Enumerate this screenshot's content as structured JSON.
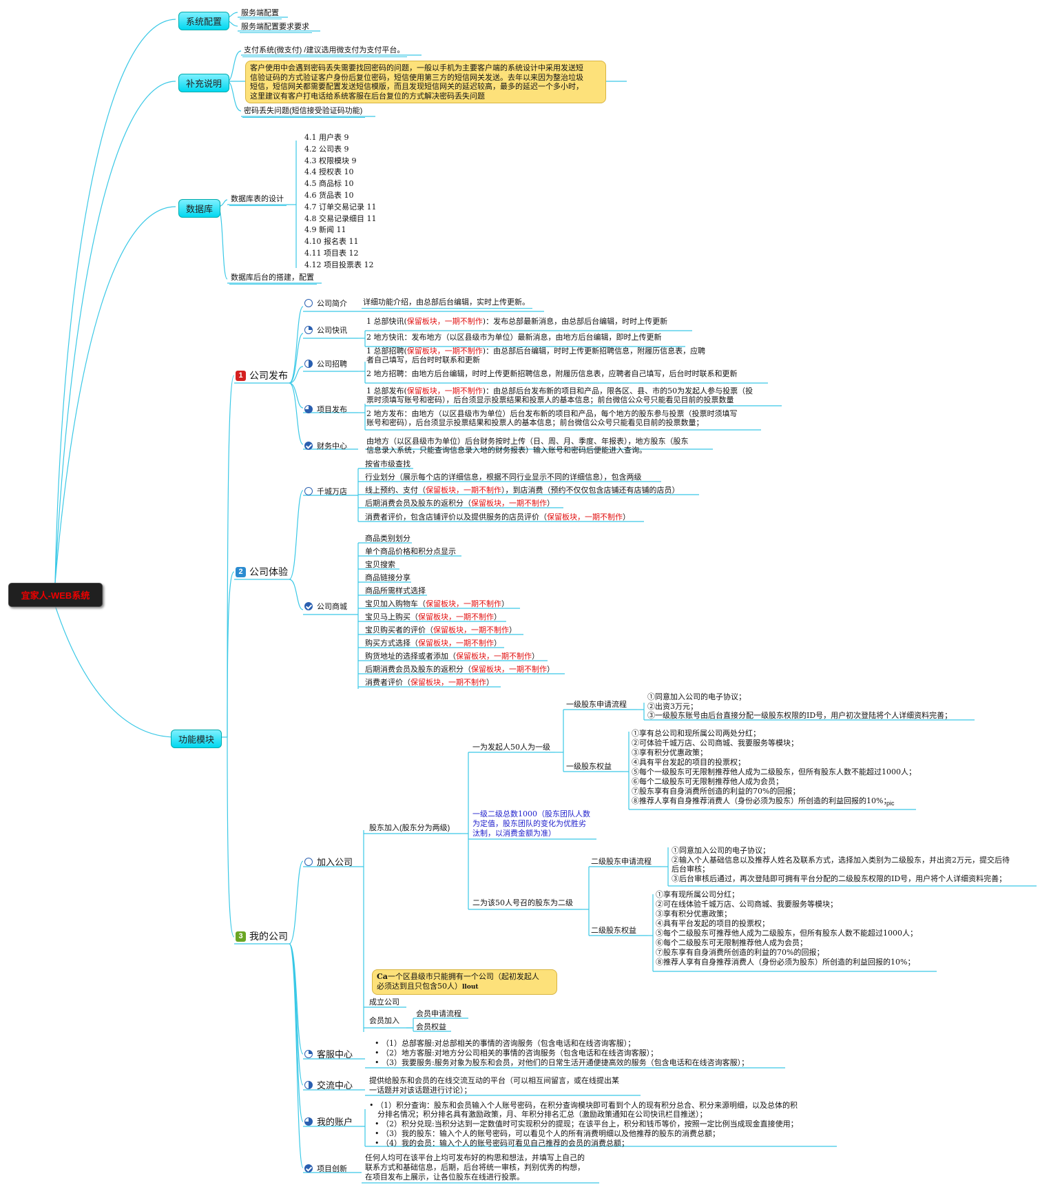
{
  "root": "宜家人-WEB系统",
  "branches": {
    "config": {
      "label": "系统配置",
      "items": [
        "服务端配置",
        "服务端配置要求要求"
      ]
    },
    "notes": {
      "label": "补充说明",
      "payment": "支付系统(微支付) /建议选用微支付为支付平台。",
      "sms_note": [
        "客户使用中会遇到密码丢失需要找回密码的问题，一般以手机为主要客户端的系统设计中采用发送短",
        "信验证码的方式验证客户身份后复位密码，短信使用第三方的短信网关发送。去年以来因为整治垃圾",
        "短信，短信网关都需要配置发送短信模版，而且发现短信网关的延迟较高，最多的延迟一个多小时，",
        "这里建议有客户打电话给系统客服在后台复位的方式解决密码丢失问题"
      ],
      "pwd": "密码丢失问题(短信接受验证码功能)"
    },
    "db": {
      "label": "数据库",
      "design": "数据库表的设计",
      "tables": [
        "4.1  用户表 9",
        "4.2  公司表 9",
        "4.3  权限模块 9",
        "4.4  授权表 10",
        "4.5  商品标 10",
        "4.6  货品表 10",
        "4.7  订单交易记录 11",
        "4.8  交易记录细目 11",
        "4.9  新闻 11",
        "4.10  报名表 11",
        "4.11  项目表 12",
        "4.12  项目投票表 12"
      ],
      "backend": "数据库后台的搭建，配置"
    },
    "func": {
      "label": "功能模块"
    }
  },
  "release": {
    "num": "1",
    "label": "公司发布",
    "intro": {
      "label": "公司简介",
      "text": "详细功能介绍，由总部后台编辑，实时上传更新。"
    },
    "news": {
      "label": "公司快讯",
      "l1a": "1  总部快讯(",
      "l1r": "保留板块，一期不制作",
      "l1b": ")：发布总部最新消息，由总部后台编辑，时时上传更新",
      "l2": "2  地方快讯：发布地方（以区县级市为单位）最新消息，由地方后台编辑，即时上传更新"
    },
    "recruit": {
      "label": "公司招聘",
      "l1a": "1  总部招聘(",
      "l1r": "保留板块，一期不制作",
      "l1b": ")：由总部后台编辑，时时上传更新招聘信息，附履历信息表，应聘",
      "l1c": "者自己填写，后台时时联系和更新",
      "l2": "2  地方招聘：由地方后台编辑，时时上传更新招聘信息，附履历信息表，应聘者自己填写，后台时时联系和更新"
    },
    "project": {
      "label": "项目发布",
      "l1a": "1  总部发布(",
      "l1r": "保留板块，一期不制作",
      "l1b": ")：由总部后台发布新的项目和产品，限各区、县、市的50为发起人参与投票（投",
      "l1c": "票时须填写账号和密码），后台须显示投票结果和投票人的基本信息；前台微信公众号只能看见目前的投票数量",
      "l2a": "2  地方发布：由地方（以区县级市为单位）后台发布新的项目和产品，每个地方的股东参与投票（投票时须填写",
      "l2b": "账号和密码），后台须显示投票结果和投票人的基本信息；前台微信公众号只能看见目前的投票数量；"
    },
    "finance": {
      "label": "财务中心",
      "l1": "由地方（以区县级市为单位）后台财务按时上传（日、周、月、季度、年报表），地方股东（股东",
      "l2": "信息录入系统，只能查询信息录入地的财务报表）输入账号和密码后便能进入查询。"
    }
  },
  "experience": {
    "num": "2",
    "label": "公司体验",
    "city": {
      "label": "千城万店",
      "i1": "按省市级查找",
      "i2": "行业划分（展示每个店的详细信息，根据不同行业显示不同的详细信息），包含两级",
      "i3a": "线上预约、支付（",
      "i3r": "保留板块，一期不制作",
      "i3b": "），到店消费（预约不仅仅包含店铺还有店铺的店员）",
      "i4a": "后期消费会员及股东的返积分（",
      "i4r": "保留板块，一期不制作",
      "i4b": "）",
      "i5a": "消费者评价，包含店铺评价以及提供服务的店员评价（",
      "i5r": "保留板块，一期不制作",
      "i5b": "）"
    },
    "mall": {
      "label": "公司商城",
      "items": [
        "商品类别划分",
        "单个商品价格和积分点显示",
        "宝贝搜索",
        "商品链接分享",
        "商品所需样式选择"
      ],
      "ritems": [
        {
          "a": "宝贝加入购物车（",
          "r": "保留板块，一期不制作",
          "b": "）"
        },
        {
          "a": "宝贝马上购买（",
          "r": "保留板块，一期不制作",
          "b": "）"
        },
        {
          "a": "宝贝购买者的评价（",
          "r": "保留板块，一期不制作",
          "b": "）"
        },
        {
          "a": "购买方式选择（",
          "r": "保留板块，一期不制作",
          "b": "）"
        },
        {
          "a": "购货地址的选择或者添加（",
          "r": "保留板块，一期不制作",
          "b": "）"
        },
        {
          "a": "后期消费会员及股东的返积分（",
          "r": "保留板块，一期不制作",
          "b": "）"
        },
        {
          "a": "消费者评价（",
          "r": "保留板块，一期不制作",
          "b": "）"
        }
      ]
    }
  },
  "mycompany": {
    "num": "3",
    "label": "我的公司",
    "join": {
      "label": "加入公司",
      "shareholder": "股东加入(股东分为两级)",
      "first": "一为发起人50人为一级",
      "apply1": "一级股东申请流程",
      "apply1_items": [
        "①同意加入公司的电子协议；",
        "②出资3万元；",
        "③一级股东账号由后台直接分配一级股东权限的ID号，用户初次登陆将个人详细资料完善；"
      ],
      "rights1": "一级股东权益",
      "rights1_items": [
        "①享有总公司和现所属公司两处分红；",
        "②可体验千城万店、公司商城、我要服务等模块；",
        "③享有积分优惠政策；",
        "④具有平台发起的项目的投票权；",
        "⑤每个一级股东可无限制推荐他人成为二级股东，但所有股东人数不能超过1000人；",
        "⑥每个二级股东可无限制推荐他人成为会员；",
        "⑦股东享有自身消费所创造的利益的70%的回报；",
        "⑧推荐人享有自身推荐消费人（身份必须为股东）所创造的利益回报的10%；"
      ],
      "pic": "pic",
      "blue": [
        "一级二级总数1000（股东团队人数",
        "为定值，股东团队的变化为优胜劣",
        "汰制，以消费金额为准）"
      ],
      "second": "二为该50人号召的股东为二级",
      "apply2": "二级股东申请流程",
      "apply2_items": [
        "①同意加入公司的电子协议；",
        "②输入个人基础信息以及推荐人姓名及联系方式，选择加入类别为二级股东，并出资2万元，提交后待",
        "后台审核；",
        "③后台审核后通过，再次登陆即可拥有平台分配的二级股东权限的ID号，用户将个人详细资料完善；"
      ],
      "rights2": "二级股东权益",
      "rights2_items": [
        "①享有现所属公司分红；",
        "②可在线体验千城万店、公司商城、我要服务等模块；",
        "③享有积分优惠政策；",
        "④具有平台发起的项目的投票权；",
        "⑤每个二级股东可推荐他人成为二级股东，但所有股东人数不能超过1000人；",
        "⑥每个二级股东可无限制推荐他人成为会员；",
        "⑦股东享有自身消费所创造的利益的70%的回报；",
        "⑧推荐人享有自身推荐消费人（身份必须为股东）所创造的利益回报的10%；"
      ],
      "callout": [
        "一个区县级市只能拥有一个公司（起初发起人",
        "必须达到且只包含50人）"
      ],
      "callout_pre": "Ca",
      "callout_post": "llout",
      "found": "成立公司",
      "member": "会员加入",
      "member_items": [
        "会员申请流程",
        "会员权益"
      ]
    },
    "service": {
      "label": "客服中心",
      "items": [
        "（1）总部客服:对总部相关的事情的咨询服务（包含电话和在线咨询客服）；",
        "（2）地方客服:对地方分公司相关的事情的咨询服务（包含电话和在线咨询客服）；",
        "（3）我要服务:服务对象为股东和会员，对他们的日常生活开通便捷高效的服务（包含电话和在线咨询客服）；"
      ]
    },
    "exchange": {
      "label": "交流中心",
      "lines": [
        "提供给股东和会员的在线交流互动的平台（可以相互间留言，或在线提出某",
        "一话题并对该话题进行讨论）；"
      ]
    },
    "account": {
      "label": "我的账户",
      "lines": [
        "（1）积分查询：股东和会员输入个人账号密码，在积分查询模块即可看到个人的现有积分总合、积分来源明细，以及总体的积",
        "分排名情况；积分排名具有激励政策，月、年积分排名汇总（激励政策通知在公司快讯栏目推送）；",
        "（2）积分兑现:当积分达到一定数值时可实现积分的提现；在该平台上，积分和钱币等价，按照一定比例当成现金直接使用；",
        "（3）我的股东：输入个人的账号密码，可以看见个人的所有消费明细以及他推荐的股东的消费总额；",
        "（4）我的会员：输入个人的账号密码可看见自己推荐的会员的消费总额；"
      ]
    },
    "innovate": {
      "label": "项目创新",
      "lines": [
        "任何人均可在该平台上均可发布好的构思和想法，并填写上自己的",
        "联系方式和基础信息，后期，后台将统一审核，判别优秀的构想，",
        "在项目发布上展示，让各位股东在线进行投票。"
      ]
    }
  }
}
